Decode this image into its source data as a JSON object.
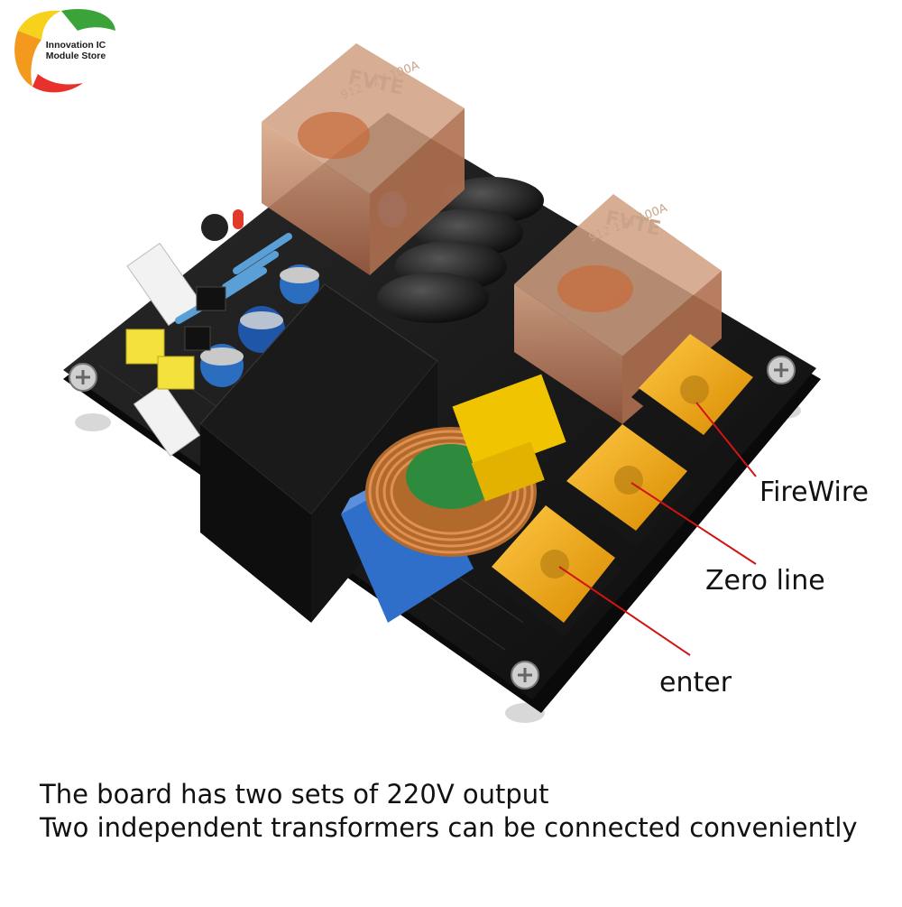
{
  "brand": {
    "name_line1": "Innovation IC",
    "name_line2": "Module Store",
    "colors": {
      "green": "#3aa43a",
      "red": "#e8312a",
      "orange": "#f39a1e",
      "yellow": "#f6d21c"
    }
  },
  "relays": [
    {
      "brand": "FVTE",
      "model": "912 12V 100A"
    },
    {
      "brand": "FVTE",
      "model": "912 12V 100A"
    }
  ],
  "callouts": {
    "firewire": "FireWire",
    "zero_line": "Zero line",
    "enter": "enter"
  },
  "caption": {
    "line1": "The board has two sets of 220V output",
    "line2": "Two independent transformers can be connected conveniently"
  },
  "colors": {
    "pcb": "#141414",
    "terminal_amber": "#f2a313",
    "capacitor_blue": "#2f6fc9",
    "relay_shell": "#c98a6a",
    "callout_line": "#d11414"
  }
}
